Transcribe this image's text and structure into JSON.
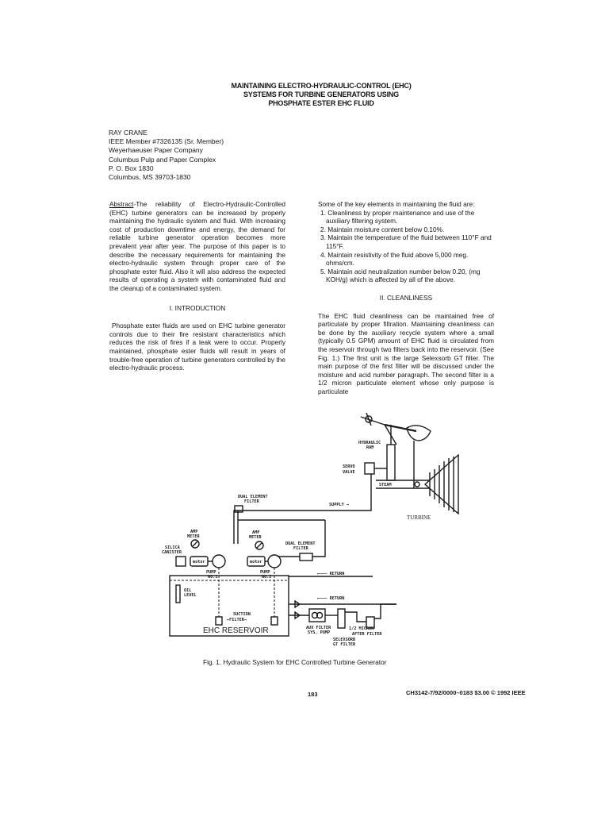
{
  "paper": {
    "title_lines": [
      "MAINTAINING ELECTRO-HYDRAULIC-CONTROL (EHC)",
      "SYSTEMS FOR TURBINE GENERATORS USING",
      "PHOSPHATE ESTER EHC FLUID"
    ],
    "author_lines": [
      "RAY CRANE",
      "IEEE Member #7326135 (Sr. Member)",
      "Weyerhaeuser Paper Company",
      "Columbus Pulp and Paper Complex",
      "P. O. Box 1830",
      "Columbus, MS 39703-1830"
    ],
    "abstract_lead": "Abstract",
    "abstract_text": "-The reliability of Electro-Hydraulic-Controlled (EHC) turbine generators can be increased by properly maintaining the hydraulic system and fluid. With increasing cost of production downtime and energy, the demand for reliable turbine generator operation becomes more prevalent year after year. The purpose of this paper is to describe the necessary requirements for maintaining the electro-hydraulic system through proper care of the phosphate ester fluid. Also it will also address the expected results of operating a system with contaminated fluid and the cleanup of a contaminated system.",
    "intro_heading": "I. INTRODUCTION",
    "intro_text": "Phosphate ester fluids are used on EHC turbine generator controls due to their fire resistant characteristics which reduces the risk of fires if a leak were to occur. Properly maintained, phosphate ester fluids will result in years of trouble-free operation of turbine generators controlled by the electro-hydraulic process.",
    "key_intro": "Some of the key elements in maintaining the fluid are:",
    "key_items": [
      "1. Cleanliness by proper maintenance and use of the auxiliary filtering system.",
      "2. Maintain moisture content below 0.10%.",
      "3. Maintain the temperature of the fluid between 110°F and 115°F.",
      "4. Maintain resistivity of the fluid above 5,000 meg. ohms/cm.",
      "5. Maintain acid neutralization number below 0.20, (mg KOH/g) which is affected by all of the above."
    ],
    "clean_heading": "II. CLEANLINESS",
    "clean_text": "The EHC fluid cleanliness can be maintained free of particulate by proper filtration. Maintaining cleanliness can be done by the auxiliary recycle system where a small (typically 0.5 GPM) amount of EHC fluid is circulated from the reservoir through two filters back into the reservoir. (See Fig. 1.) The first unit is the large Selexsorb GT filter. The main purpose of the first filter will be discussed under the moisture and acid number paragraph. The second filter is a 1/2 micron particulate element whose only purpose is particulate",
    "caption": "Fig. 1. Hydraulic System for EHC Controlled Turbine Generator",
    "page_number": "183",
    "copyright": "CH3142-7/92/0000–0183 $3.00 © 1992 IEEE"
  },
  "figure": {
    "hydraulic_ram": [
      "HYDRAULIC",
      "RAM"
    ],
    "servo_valve": [
      "SERVO",
      "VALVE"
    ],
    "steam": "STEAM",
    "turbine": "TURBINE",
    "dual_filter_top": [
      "DUAL ELEMENT",
      "FILTER"
    ],
    "supply": "SUPPLY →",
    "amp_meter_1": [
      "AMP",
      "METER"
    ],
    "amp_meter_2": [
      "AMP",
      "METER"
    ],
    "dual_filter_right": [
      "DUAL ELEMENT",
      "FILTER"
    ],
    "silica": [
      "SILICA",
      "CANISTER"
    ],
    "motor": "motor",
    "pump1": [
      "PUMP",
      "NO.1"
    ],
    "pump2": [
      "PUMP",
      "NO.2"
    ],
    "return_1": "←——— RETURN",
    "oil_level": [
      "OIL",
      "LEVEL"
    ],
    "return_2": "←——— RETURN",
    "suction": [
      "SUCTION",
      "←FILTER→"
    ],
    "reservoir": "EHC RESERVOIR",
    "aux_filter": [
      "AUX FILTER",
      "SYS. PUMP"
    ],
    "micron": [
      "1/2 MICRON",
      "AFTER FILTER"
    ],
    "selexsorb": [
      "SELEXSORB",
      "GT FILTER"
    ]
  }
}
